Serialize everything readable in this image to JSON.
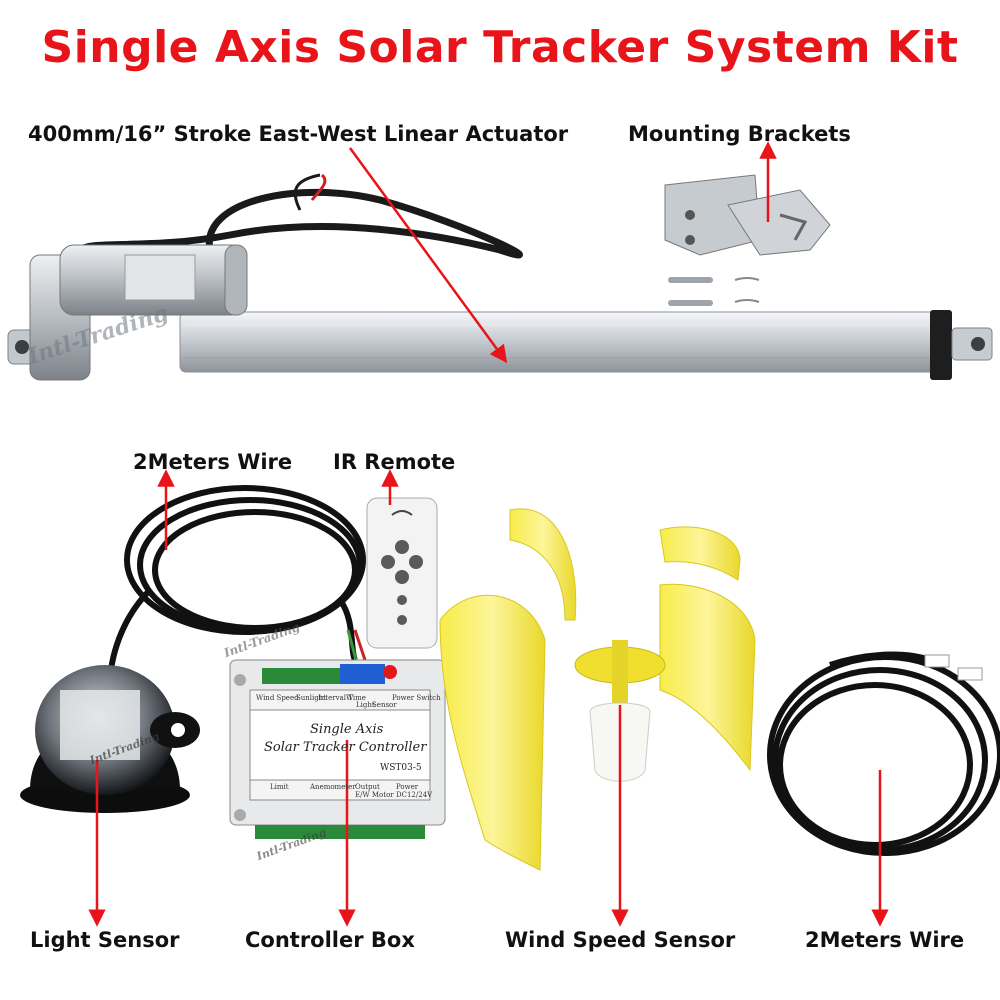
{
  "title": "Single Axis Solar Tracker System Kit",
  "labels": {
    "actuator": "400mm/16”  Stroke East-West Linear Actuator",
    "brackets": "Mounting Brackets",
    "wire_left": "2Meters Wire",
    "ir_remote": "IR Remote",
    "light_sensor": "Light Sensor",
    "controller_box": "Controller Box",
    "wind_sensor": "Wind Speed Sensor",
    "wire_right": "2Meters Wire"
  },
  "watermark": "Intl-Trading",
  "controller": {
    "title_line1": "Single Axis",
    "title_line2": "Solar Tracker Controller",
    "model": "WST03-5",
    "top_labels": [
      "Wind Speed",
      "Sunlight",
      "Interval Time",
      "W",
      "Light",
      "Sensor",
      "Power Switch"
    ],
    "bottom_labels": [
      "Limit",
      "Anemometer",
      "Output E/W Motor",
      "Power DC12/24V"
    ]
  },
  "colors": {
    "title": "#e8141a",
    "arrow": "#e8141a",
    "vane": "#f2e63a"
  }
}
